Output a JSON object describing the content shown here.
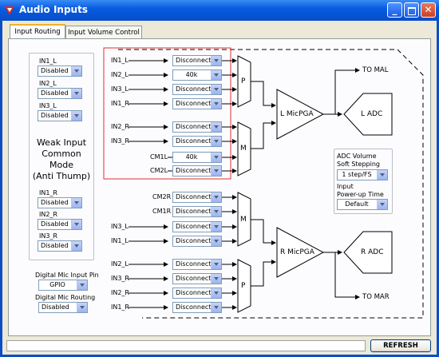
{
  "window": {
    "title": "Audio Inputs"
  },
  "tabs": [
    {
      "label": "Input Routing",
      "active": true
    },
    {
      "label": "Input Volume Control",
      "active": false
    }
  ],
  "left_panel": {
    "in1l": {
      "label": "IN1_L",
      "value": "Disabled"
    },
    "in2l": {
      "label": "IN2_L",
      "value": "Disabled"
    },
    "in3l": {
      "label": "IN3_L",
      "value": "Disabled"
    },
    "weak": [
      "Weak Input",
      "Common Mode",
      "(Anti Thump)"
    ],
    "in1r": {
      "label": "IN1_R",
      "value": "Disabled"
    },
    "in2r": {
      "label": "IN2_R",
      "value": "Disabled"
    },
    "in3r": {
      "label": "IN3_R",
      "value": "Disabled"
    }
  },
  "digital_mic": {
    "pin_label": "Digital Mic Input Pin",
    "pin_value": "GPIO",
    "routing_label": "Digital Mic Routing",
    "routing_value": "Disabled"
  },
  "left_routing": [
    {
      "label": "IN1_L",
      "value": "Disconnected"
    },
    {
      "label": "IN2_L",
      "value": "40k"
    },
    {
      "label": "IN3_L",
      "value": "Disconnected"
    },
    {
      "label": "IN1_R",
      "value": "Disconnected"
    },
    {
      "label": "IN2_R",
      "value": "Disconnected"
    },
    {
      "label": "IN3_R",
      "value": "Disconnected"
    },
    {
      "label": "CM1L",
      "value": "40k"
    },
    {
      "label": "CM2L",
      "value": "Disconnected"
    }
  ],
  "right_routing": [
    {
      "label": "CM2R",
      "value": "Disconnected"
    },
    {
      "label": "CM1R",
      "value": "Disconnected"
    },
    {
      "label": "IN3_L",
      "value": "Disconnected"
    },
    {
      "label": "IN1_L",
      "value": "Disconnected"
    },
    {
      "label": "IN2_L",
      "value": "Disconnected"
    },
    {
      "label": "IN3_R",
      "value": "Disconnected"
    },
    {
      "label": "IN2_R",
      "value": "Disconnected"
    },
    {
      "label": "IN1_R",
      "value": "Disconnected"
    }
  ],
  "blocks": {
    "mux_p": "P",
    "mux_m": "M",
    "l_pga": "L MicPGA",
    "r_pga": "R MicPGA",
    "l_adc": "L ADC",
    "r_adc": "R ADC",
    "to_mal": "TO MAL",
    "to_mar": "TO MAR"
  },
  "adc": {
    "vol_label1": "ADC Volume",
    "vol_label2": "Soft Stepping",
    "vol_value": "1 step/FS",
    "pwr_label1": "Input",
    "pwr_label2": "Power-up Time",
    "pwr_value": "Default"
  },
  "buttons": {
    "refresh": "REFRESH"
  },
  "colors": {
    "titlebar": "#0554d6",
    "highlight_box": "#e03030",
    "panel": "#fcfcfe"
  }
}
